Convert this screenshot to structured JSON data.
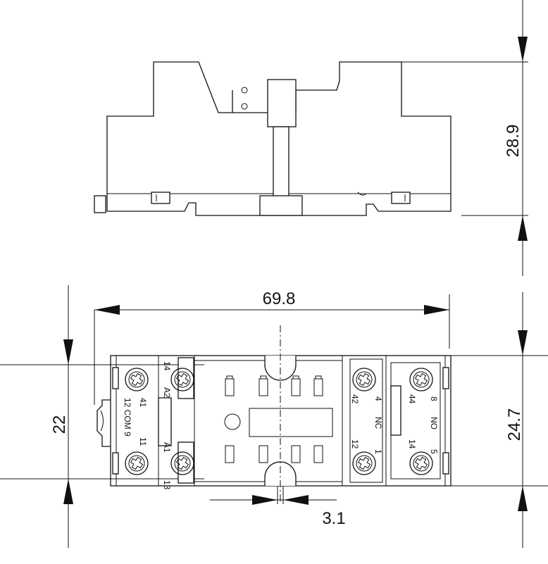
{
  "dimensions": {
    "height_side": "28.9",
    "length": "69.8",
    "width_left": "22",
    "width_right": "24.7",
    "pitch": "3.1"
  },
  "terminals": {
    "t14": "14",
    "a2": "A2",
    "t41": "41",
    "t12com9": "12 COM 9",
    "t11": "11",
    "a1": "A1",
    "t13": "13",
    "t42": "42",
    "t4": "4",
    "nc": "NC",
    "t12": "12",
    "t1": "1",
    "t44": "44",
    "t8": "8",
    "no": "NO",
    "t14b": "14",
    "t5": "5"
  }
}
